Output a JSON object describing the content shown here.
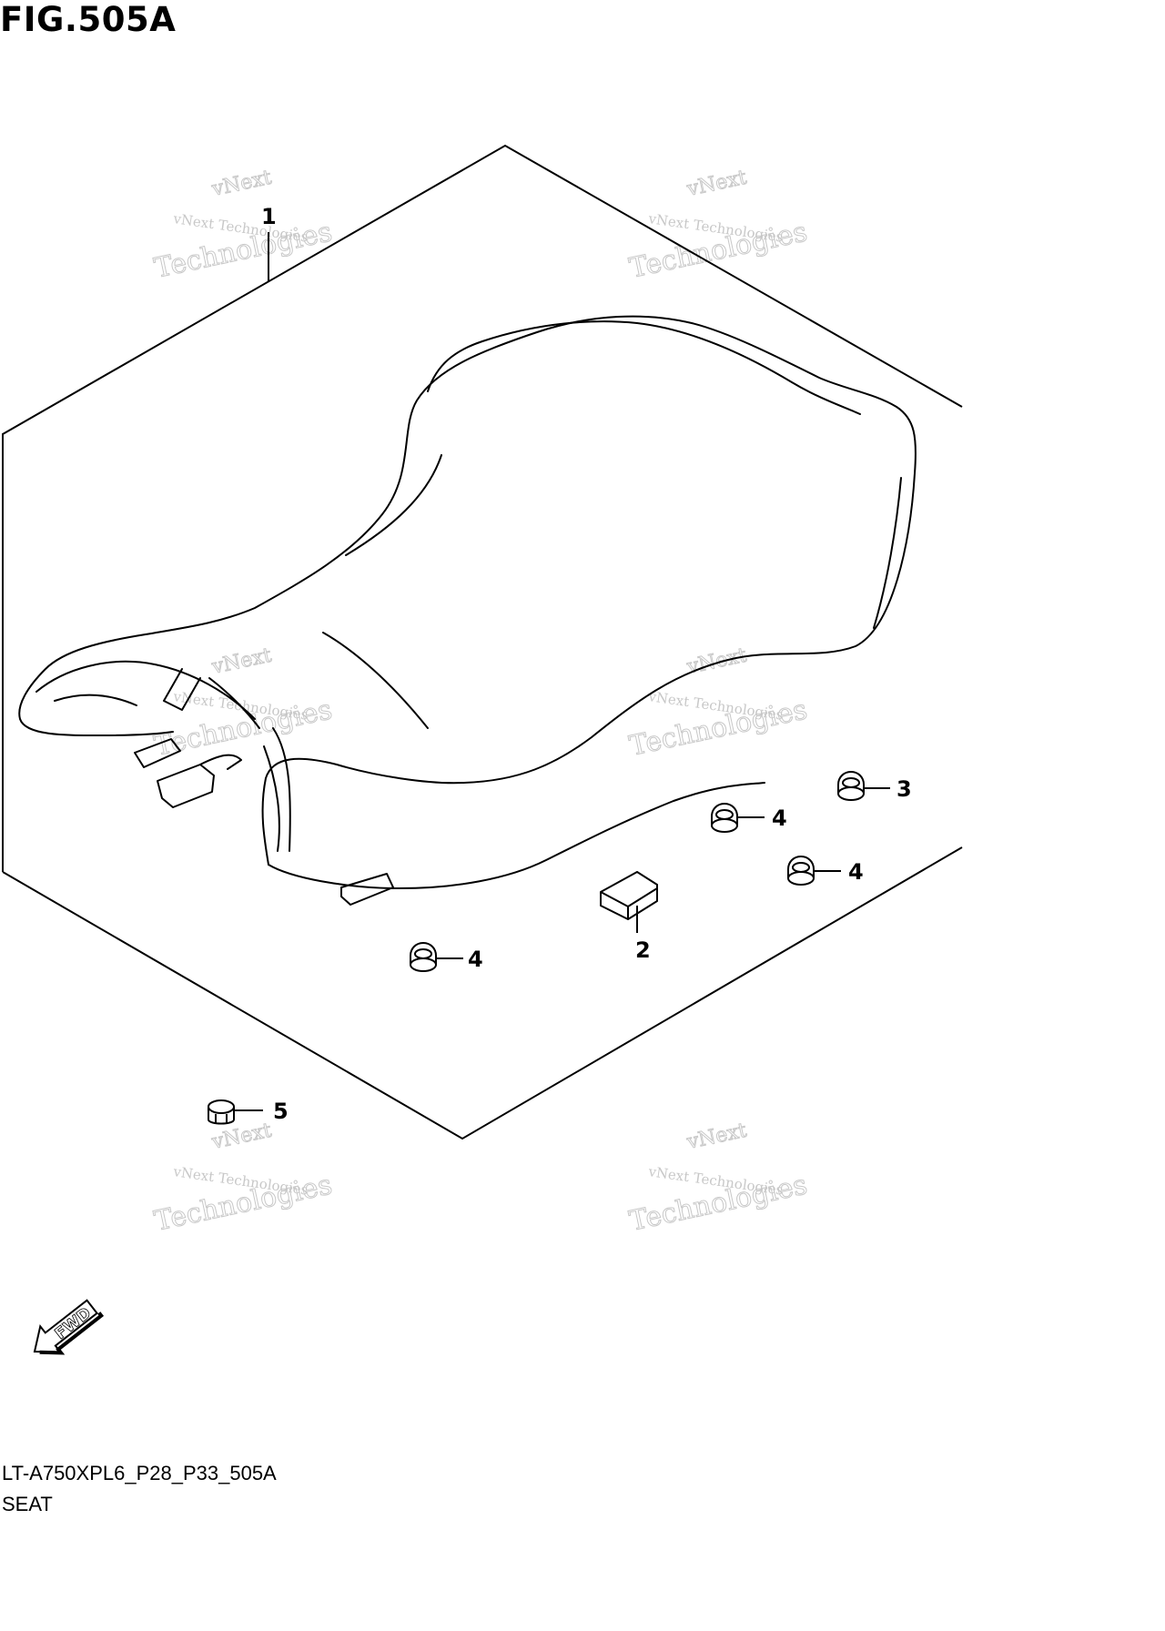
{
  "figure": {
    "title": "FIG.505A"
  },
  "callouts": [
    {
      "id": "c1",
      "number": "1"
    },
    {
      "id": "c2",
      "number": "2"
    },
    {
      "id": "c3",
      "number": "3"
    },
    {
      "id": "c4a",
      "number": "4"
    },
    {
      "id": "c4b",
      "number": "4"
    },
    {
      "id": "c4c",
      "number": "4"
    },
    {
      "id": "c5",
      "number": "5"
    }
  ],
  "direction_indicator": {
    "label": "FWD",
    "icon": "forward-arrow-icon"
  },
  "watermark": {
    "line1": "vNext Technologies",
    "line2": "vNext",
    "line3": "Technologies"
  },
  "footer": {
    "code": "LT-A750XPL6_P28_P33_505A",
    "description": "SEAT"
  }
}
